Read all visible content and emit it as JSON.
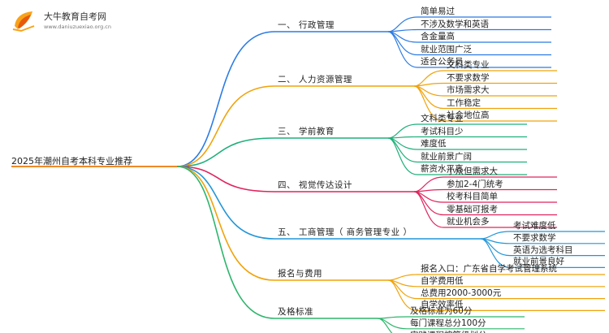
{
  "logo": {
    "title": "大牛教育自考网",
    "url": "www.daniuzuexiao.org.cn"
  },
  "root": {
    "label": "2025年潮州自考本科专业推荐"
  },
  "branches": [
    {
      "label": "一、 行政管理",
      "color": "#2b7be4",
      "children": [
        "简单易过",
        "不涉及数学和英语",
        "含金量高",
        "就业范围广泛",
        "适合公务员"
      ]
    },
    {
      "label": "二、 人力资源管理",
      "color": "#f0a30a",
      "children": [
        "文科类专业",
        "不要求数学",
        "市场需求大",
        "工作稳定",
        "社会地位高"
      ]
    },
    {
      "label": "三、 学前教育",
      "color": "#1fb07a",
      "children": [
        "文科类专业",
        "考试科目少",
        "难度低",
        "就业前景广阔",
        "薪资水平高"
      ]
    },
    {
      "label": "四、 视觉传达设计",
      "color": "#e0245e",
      "children": [
        "小众但需求大",
        "参加2-4门统考",
        "校考科目简单",
        "零基础可报考",
        "就业机会多"
      ]
    },
    {
      "label": "五、 工商管理（ 商务管理专业 ）",
      "color": "#2196d8",
      "children": [
        "考试难度低",
        "不要求数学",
        "英语为选考科目",
        "就业前景良好"
      ]
    },
    {
      "label": "报名与费用",
      "color": "#f0a30a",
      "children": [
        "报名入口：广东省自学考试管理系统",
        "自学费用低",
        "总费用2000-3000元",
        "自学效率低"
      ]
    },
    {
      "label": "及格标准",
      "color": "#2db56b",
      "children": [
        "及格标准为60分",
        "每门课程总分100分",
        "实践课程按等级划分"
      ]
    }
  ]
}
